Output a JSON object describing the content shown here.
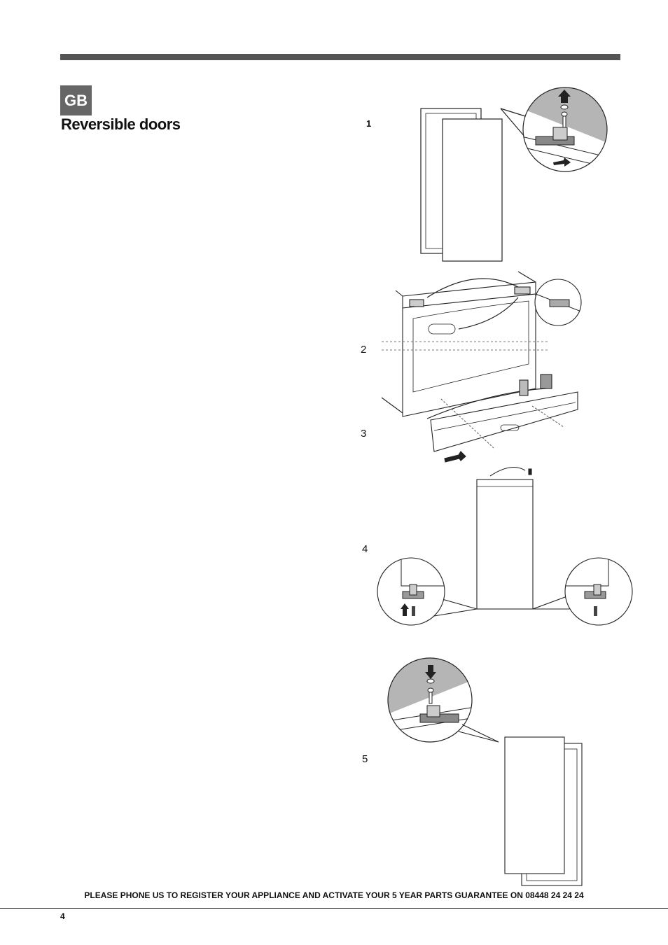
{
  "header": {
    "language_badge": "GB",
    "title": "Reversible doors"
  },
  "steps": [
    {
      "number": "1"
    },
    {
      "number": "2"
    },
    {
      "number": "3"
    },
    {
      "number": "4"
    },
    {
      "number": "5"
    }
  ],
  "footer": {
    "note": "PLEASE PHONE US TO REGISTER YOUR APPLIANCE AND ACTIVATE YOUR 5 YEAR PARTS GUARANTEE ON 08448 24 24 24",
    "page_number": "4"
  }
}
